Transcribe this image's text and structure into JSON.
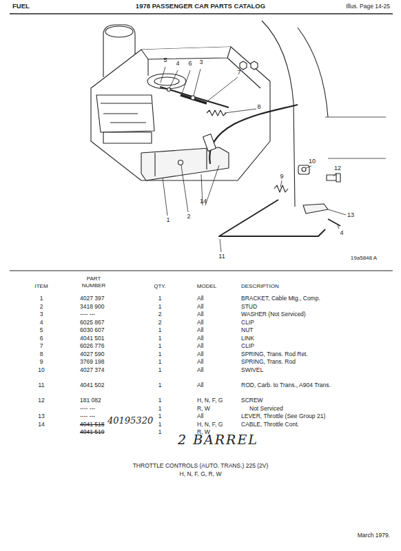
{
  "diagram": {
    "title": "1978 PASSENGER CAR PARTS CATALOG",
    "caption": "THROTTLE CONTROLS (AUTO. TRANS.) 225 (2V)",
    "labels": [
      "FUEL",
      "Illus. Page 14-25",
      "5",
      "4",
      "6",
      "3",
      "7",
      "8",
      "1",
      "2",
      "14",
      "9",
      "10",
      "12",
      "13",
      "4",
      "11",
      "19a5848 A",
      "ITEM",
      "PART NUMBER",
      "QTY.",
      "MODEL",
      "DESCRIPTION",
      "1",
      "4027 397",
      "1",
      "All",
      "BRACKET, Cable Mtg., Comp.",
      "2",
      "3418 900",
      "1",
      "All",
      "STUD",
      "3",
      "---- ---",
      "2",
      "All",
      "WASHER (Not Serviced)",
      "4",
      "6025 867",
      "2",
      "All",
      "CLIP",
      "5",
      "6030 607",
      "1",
      "All",
      "NUT",
      "6",
      "4041 501",
      "1",
      "All",
      "LINK",
      "7",
      "6026 776",
      "1",
      "All",
      "CLIP",
      "8",
      "4027 590",
      "1",
      "All",
      "SPRING, Trans. Rod Ret.",
      "9",
      "3769 198",
      "1",
      "All",
      "SPRING, Trans. Rod",
      "10",
      "4027 374",
      "1",
      "All",
      "SWIVEL",
      "11",
      "4041 502",
      "1",
      "All",
      "ROD, Carb. to Trans., A904 Trans.",
      "12",
      "181 082",
      "1",
      "H, N, F, G",
      "SCREW",
      "---- ---",
      "1",
      "R, W",
      "Not Serviced",
      "13",
      "---- ---",
      "1",
      "All",
      "LEVER, Throttle (See Group 21)",
      "14",
      "4041 518",
      "1",
      "H, N, F, G",
      "CABLE, Throttle Cont.",
      "4041 519",
      "1",
      "R, W",
      "40195320",
      "2 BARREL",
      "H, N, F, G, R, W",
      "March 1979."
    ]
  }
}
